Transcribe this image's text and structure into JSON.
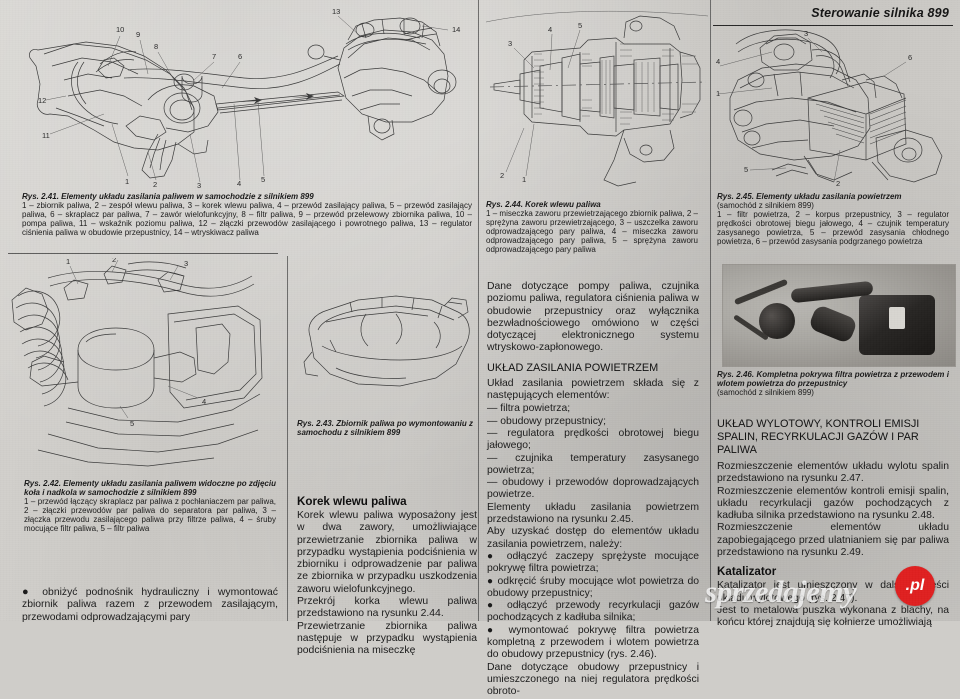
{
  "header": {
    "running_title": "Sterowanie silnika 899"
  },
  "watermark": {
    "text": "sprzedajemy",
    "tld": ".pl"
  },
  "figures": {
    "fig241": {
      "id": "Rys. 2.41.",
      "title": "Elementy układu zasilania paliwem w samochodzie z silnikiem 899",
      "legend": "1 – zbiornik paliwa, 2 – zespół wlewu paliwa, 3 – korek wlewu paliwa, 4 – przewód zasilający paliwa, 5 – przewód zasilający paliwa, 6 – skraplacz par paliwa, 7 – zawór wielofunkcyjny, 8 – filtr paliwa, 9 – przewód przelewowy zbiornika paliwa, 10 – pompa paliwa, 11 – wskaźnik poziomu paliwa, 12 – złączki przewodów zasilającego i powrotnego paliwa, 13 – regulator ciśnienia paliwa w obudowie przepustnicy, 14 – wtryskiwacz paliwa",
      "callouts": [
        "10",
        "9",
        "8",
        "7",
        "6",
        "13",
        "12",
        "11",
        "1",
        "2",
        "3",
        "4",
        "5",
        "14"
      ]
    },
    "fig242": {
      "id": "Rys. 2.42.",
      "title": "Elementy układu zasilania paliwem widoczne po zdjęciu koła i nadkola w samochodzie z silnikiem 899",
      "legend": "1 – przewód łączący skraplacz par paliwa z pochłaniaczem par paliwa, 2 – złączki przewodów par paliwa do separatora par paliwa, 3 – złączka przewodu zasilającego paliwa przy filtrze paliwa, 4 – śruby mocujące filtr paliwa, 5 – filtr paliwa"
    },
    "fig243": {
      "id": "Rys. 2.43.",
      "title": "Zbiornik paliwa po wymontowaniu z samochodu z silnikiem 899"
    },
    "fig244": {
      "id": "Rys. 2.44.",
      "title": "Korek wlewu paliwa",
      "legend": "1 – miseczka zaworu przewietrzającego zbiornik paliwa, 2 – sprężyna zaworu przewietrzającego, 3 – uszczelka zaworu odprowadzającego pary paliwa, 4 – miseczka zaworu odprowadzającego pary paliwa, 5 – sprężyna zaworu odprowadzającego pary paliwa",
      "callouts": [
        "3",
        "4",
        "5",
        "2",
        "1"
      ]
    },
    "fig245": {
      "id": "Rys. 2.45.",
      "title": "Elementy układu zasilania powietrzem",
      "subtitle": "(samochód z silnikiem 899)",
      "legend": "1 – filtr powietrza, 2 – korpus przepustnicy, 3 – regulator prędkości obrotowej biegu jałowego, 4 – czujnik temperatury zasysanego powietrza, 5 – przewód zasysania chłodnego powietrza, 6 – przewód zasysania podgrzanego powietrza",
      "callouts": [
        "4",
        "3",
        "1",
        "5",
        "6",
        "2"
      ]
    },
    "fig246": {
      "id": "Rys. 2.46.",
      "title": "Kompletna pokrywa filtra powietrza z przewodem i wlotem powietrza do przepustnicy",
      "subtitle": "(samochód z silnikiem 899)"
    }
  },
  "column_left": {
    "bullet_para": "obniżyć podnośnik hydrauliczny i wymontować zbiornik paliwa razem z przewodem zasilającym, przewodami odprowadzającymi pary"
  },
  "column_mid_left": {
    "heading": "Korek wlewu paliwa",
    "paragraphs": [
      "Korek wlewu paliwa wyposażony jest w dwa zawory, umożliwiające przewietrzanie zbiornika paliwa w przypadku wystąpienia podciśnienia w zbiorniku i odprowadzenie par paliwa ze zbiornika w przypadku uszkodzenia zaworu wielofunkcyjnego.",
      "Przekrój korka wlewu paliwa przedstawiono na rysunku 2.44.",
      "Przewietrzanie zbiornika paliwa następuje w przypadku wystąpienia podciśnienia na miseczkę"
    ]
  },
  "column_mid": {
    "intro": "Dane dotyczące pompy paliwa, czujnika poziomu paliwa, regulatora ciśnienia paliwa w obudowie przepustnicy oraz wyłącznika bezwładnościowego omówiono w części dotyczącej elektronicznego systemu wtryskowo-zapłonowego.",
    "heading": "UKŁAD ZASILANIA POWIETRZEM",
    "lead": "Układ zasilania powietrzem składa się z następujących elementów:",
    "dash_items": [
      "— filtra powietrza;",
      "— obudowy przepustnicy;",
      "— regulatora prędkości obrotowej biegu jałowego;",
      "— czujnika temperatury zasysanego powietrza;",
      "— obudowy i przewodów doprowadzających powietrze."
    ],
    "after_dash": [
      "Elementy układu zasilania powietrzem przedstawiono na rysunku 2.45.",
      "Aby uzyskać dostęp do elementów układu zasilania powietrzem, należy:"
    ],
    "bullet_items": [
      "odłączyć zaczepy sprężyste mocujące pokrywę filtra powietrza;",
      "odkręcić śruby mocujące wlot powietrza do obudowy przepustnicy;",
      "odłączyć przewody recyrkulacji gazów pochodzących z kadłuba silnika;",
      "wymontować pokrywę filtra powietrza kompletną z przewodem i wlotem powietrza do obudowy przepustnicy (rys. 2.46)."
    ],
    "tail": "Dane dotyczące obudowy przepustnicy i umieszczonego na niej regulatora prędkości obroto-"
  },
  "column_right": {
    "heading": "UKŁAD WYLOTOWY, KONTROLI EMISJI SPALIN, RECYRKULACJI GAZÓW I PAR PALIWA",
    "paragraphs": [
      "Rozmieszczenie elementów układu wylotu spalin przedstawiono na rysunku 2.47.",
      "Rozmieszczenie elementów kontroli emisji spalin, układu recyrkulacji gazów pochodzących z kadłuba silnika przedstawiono na rysunku 2.48.",
      "Rozmieszczenie elementów układu zapobiegającego przed ulatnianiem się par paliwa przedstawiono na rysunku 2.49."
    ],
    "sub_heading": "Katalizator",
    "tail_paragraphs": [
      "Katalizator jest umieszczony w dalszej części układu wylotowego (rys. 2.47).",
      "Jest to metalowa puszka wykonana z blachy, na końcu której znajdują się kołnierze umożliwiają"
    ]
  }
}
